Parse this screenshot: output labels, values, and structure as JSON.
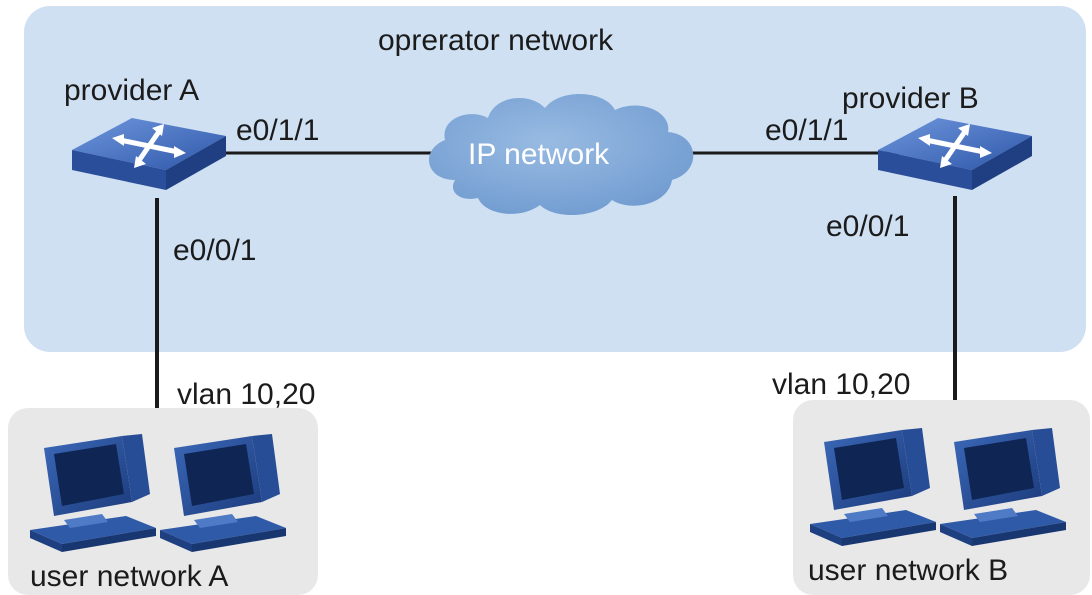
{
  "diagram": {
    "title": "oprerator network",
    "cloud_label": "IP network",
    "provider_a": {
      "label": "provider A",
      "uplink_port": "e0/1/1",
      "downlink_port": "e0/0/1",
      "vlan": "vlan 10,20"
    },
    "provider_b": {
      "label": "provider B",
      "uplink_port": "e0/1/1",
      "downlink_port": "e0/0/1",
      "vlan": "vlan 10,20"
    },
    "user_network_a": {
      "label": "user network A"
    },
    "user_network_b": {
      "label": "user network B"
    }
  },
  "colors": {
    "operator_region": "#cfe0f3",
    "user_region": "#e8e8e8",
    "cloud": "#7fa6d4",
    "switch_face": "#3c6bc0",
    "link": "#1a1a1a"
  },
  "icons": {
    "switch": "switch-icon",
    "cloud": "cloud-icon",
    "computer": "computer-icon"
  }
}
